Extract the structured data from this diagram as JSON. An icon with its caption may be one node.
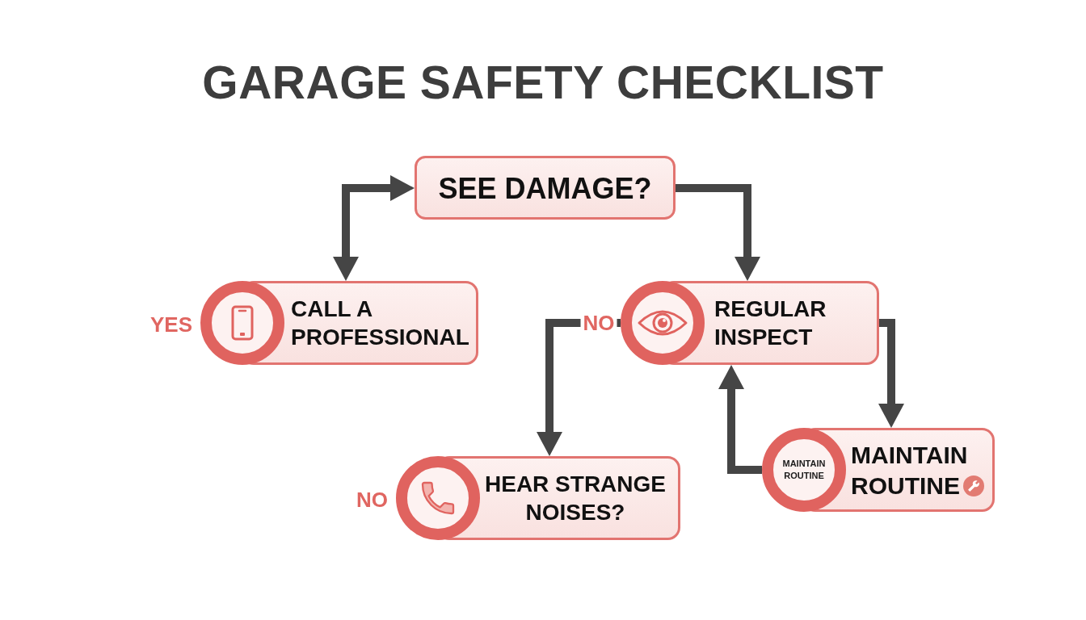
{
  "diagram": {
    "title": "GARAGE SAFETY CHECKLIST",
    "nodes": [
      {
        "text": [
          "SEE DAMAGE?"
        ]
      },
      {
        "text": [
          "CALL A PROFESSIONAL"
        ],
        "beside": [
          "YES"
        ]
      },
      {
        "text": [
          "REGULAR INSPECT"
        ]
      },
      {
        "text": [
          "HEAR STRANGE NOISES?"
        ],
        "beside": [
          "NO"
        ]
      },
      {
        "text": [
          "MAINTAIN ROUTINE",
          "MAINTAIN ROUTINE"
        ]
      }
    ],
    "edges": [
      {
        "from": 0,
        "to": 1,
        "arrow": "both"
      },
      {
        "from": 0,
        "to": 2,
        "arrow": "to"
      },
      {
        "from": 2,
        "to": 3,
        "arrow": "to",
        "label": "NO"
      },
      {
        "from": 2,
        "to": 4,
        "arrow": "to"
      },
      {
        "from": 4,
        "to": 2,
        "arrow": "to"
      }
    ]
  }
}
